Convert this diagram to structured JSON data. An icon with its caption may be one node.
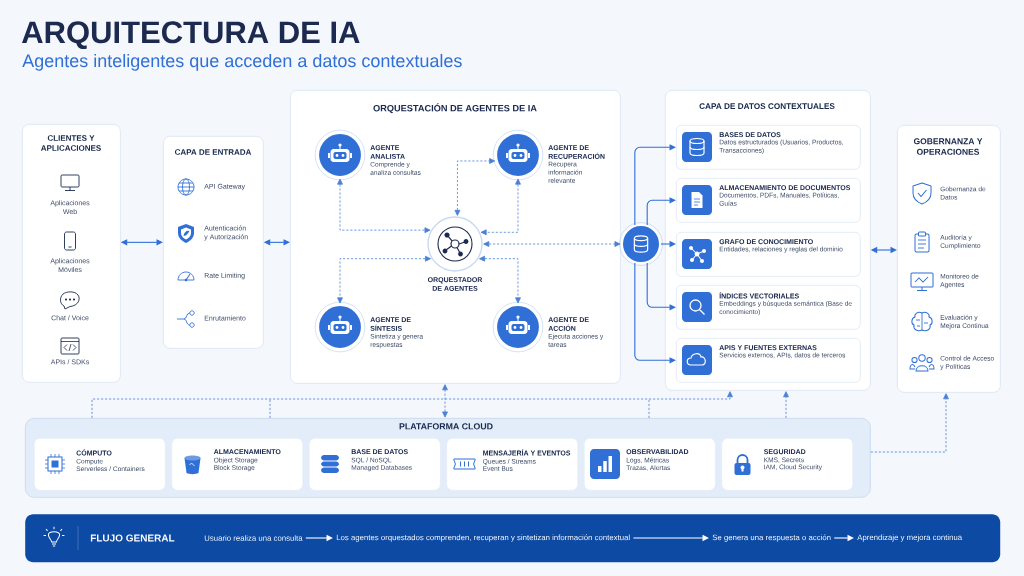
{
  "diagram": {
    "title": "ARQUITECTURA DE IA",
    "nodes": [
      {
        "text": [
          "CLIENTES Y APLICACIONES"
        ]
      },
      {
        "text": [
          "Aplicaciones Web"
        ],
        "in": 0
      },
      {
        "text": [
          "Aplicaciones Móviles"
        ],
        "in": 0
      },
      {
        "text": [
          "Chat / Voice"
        ],
        "in": 0
      },
      {
        "text": [
          "APIs / SDKs"
        ],
        "in": 0
      },
      {
        "text": [
          "CAPA DE ENTRADA"
        ]
      },
      {
        "text": [
          "API Gateway"
        ],
        "in": 5
      },
      {
        "text": [
          "Autenticación y Autorización"
        ],
        "in": 5
      },
      {
        "text": [
          "Rate Limiting"
        ],
        "in": 5
      },
      {
        "text": [
          "Enrutamiento"
        ],
        "in": 5
      },
      {
        "text": [
          "ORQUESTACIÓN DE AGENTES DE IA"
        ]
      },
      {
        "text": [
          "AGENTE ANALISTA",
          "Comprende y analiza consultas"
        ],
        "in": 10
      },
      {
        "text": [
          "AGENTE DE RECUPERACIÓN",
          "Recupera información relevante"
        ],
        "in": 10
      },
      {
        "text": [
          "ORQUESTADOR DE AGENTES"
        ],
        "in": 10
      },
      {
        "text": [
          "AGENTE DE SÍNTESIS",
          "Sintetiza y genera respuestas"
        ],
        "in": 10
      },
      {
        "text": [
          "AGENTE DE ACCIÓN",
          "Ejecuta acciones y tareas"
        ],
        "in": 10
      },
      {
        "text": [],
        "shape": "circle"
      },
      {
        "text": [
          "CAPA DE DATOS CONTEXTUALES"
        ]
      },
      {
        "text": [
          "BASES DE DATOS",
          "Datos estructurados (Usuarios, Productos, Transacciones)"
        ],
        "in": 17
      },
      {
        "text": [
          "ALMACENAMIENTO DE DOCUMENTOS",
          "Documentos, PDFs, Manuales, Políticas, Guías"
        ],
        "in": 17
      },
      {
        "text": [
          "GRAFO DE CONOCIMIENTO",
          "Entidades, relaciones y reglas del dominio"
        ],
        "in": 17
      },
      {
        "text": [
          "ÍNDICES VECTORIALES",
          "Embeddings y búsqueda semántica (Base de conocimiento)"
        ],
        "in": 17
      },
      {
        "text": [
          "APIS Y FUENTES EXTERNAS",
          "Servicios externos, APIs, datos de terceros"
        ],
        "in": 17
      },
      {
        "text": [
          "GOBERNANZA Y OPERACIONES"
        ]
      },
      {
        "text": [
          "Gobernanza de Datos"
        ],
        "in": 23
      },
      {
        "text": [
          "Auditoría y Cumplimiento"
        ],
        "in": 23
      },
      {
        "text": [
          "Monitoreo de Agentes"
        ],
        "in": 23
      },
      {
        "text": [
          "Evaluación y Mejora Continua"
        ],
        "in": 23
      },
      {
        "text": [
          "Control de Acceso y Políticas"
        ],
        "in": 23
      },
      {
        "text": [
          "PLATAFORMA CLOUD"
        ]
      },
      {
        "text": [
          "CÓMPUTO",
          "Compute",
          "Serverless / Containers"
        ],
        "in": 29
      },
      {
        "text": [
          "ALMACENAMIENTO",
          "Object Storage",
          "Block Storage"
        ],
        "in": 29
      },
      {
        "text": [
          "BASE DE DATOS",
          "SQL / NoSQL",
          "Managed Databases"
        ],
        "in": 29
      },
      {
        "text": [
          "MENSAJERÍA Y EVENTOS",
          "Queues / Streams",
          "Event Bus"
        ],
        "in": 29
      },
      {
        "text": [
          "OBSERVABILIDAD",
          "Logs, Métricas",
          "Trazas, Alertas"
        ],
        "in": 29
      },
      {
        "text": [
          "SEGURIDAD",
          "KMS, Secrets",
          "IAM, Cloud Security"
        ],
        "in": 29
      },
      {
        "text": [
          "FLUJO GENERAL"
        ]
      },
      {
        "text": [
          "Usuario realiza una consulta"
        ],
        "in": 36
      },
      {
        "text": [
          "Los agentes orquestados comprenden, recuperan y sintetizan información contextual"
        ],
        "in": 36
      },
      {
        "text": [
          "Se genera una respuesta o acción"
        ],
        "in": 36
      },
      {
        "text": [
          "Aprendizaje y mejora continua"
        ],
        "in": 36
      }
    ],
    "edges": [
      {
        "from": 0,
        "to": 5,
        "arrow": "both"
      },
      {
        "from": 5,
        "to": 10,
        "arrow": "both"
      },
      {
        "from": 11,
        "to": 13,
        "arrow": "both",
        "style": "dashed"
      },
      {
        "from": 13,
        "to": 12,
        "arrow": "both",
        "style": "dashed"
      },
      {
        "from": 12,
        "to": 13,
        "arrow": "both",
        "style": "dashed"
      },
      {
        "from": 13,
        "to": 14,
        "arrow": "both",
        "style": "dashed"
      },
      {
        "from": 13,
        "to": 15,
        "arrow": "both",
        "style": "dashed"
      },
      {
        "from": 13,
        "to": 16,
        "arrow": "both",
        "style": "dashed"
      },
      {
        "from": 16,
        "to": 18,
        "arrow": "to"
      },
      {
        "from": 16,
        "to": 19,
        "arrow": "to"
      },
      {
        "from": 16,
        "to": 20,
        "arrow": "to"
      },
      {
        "from": 16,
        "to": 21,
        "arrow": "to"
      },
      {
        "from": 16,
        "to": 22,
        "arrow": "to"
      },
      {
        "from": 17,
        "to": 23,
        "arrow": "both"
      },
      {
        "from": 29,
        "to": 10,
        "arrow": "both",
        "style": "dashed"
      },
      {
        "from": 29,
        "to": 17,
        "arrow": "to",
        "style": "dashed"
      },
      {
        "from": 29,
        "to": 17,
        "arrow": "to",
        "style": "dashed"
      },
      {
        "from": 29,
        "to": 23,
        "arrow": "to",
        "style": "dashed"
      },
      {
        "from": 37,
        "to": 38,
        "arrow": "to",
        "color": "#ffffff"
      },
      {
        "from": 38,
        "to": 39,
        "arrow": "to",
        "color": "#ffffff"
      },
      {
        "from": 39,
        "to": 40,
        "arrow": "to",
        "color": "#ffffff"
      }
    ],
    "labels": [
      "Agentes inteligentes que acceden a datos contextuales"
    ]
  }
}
